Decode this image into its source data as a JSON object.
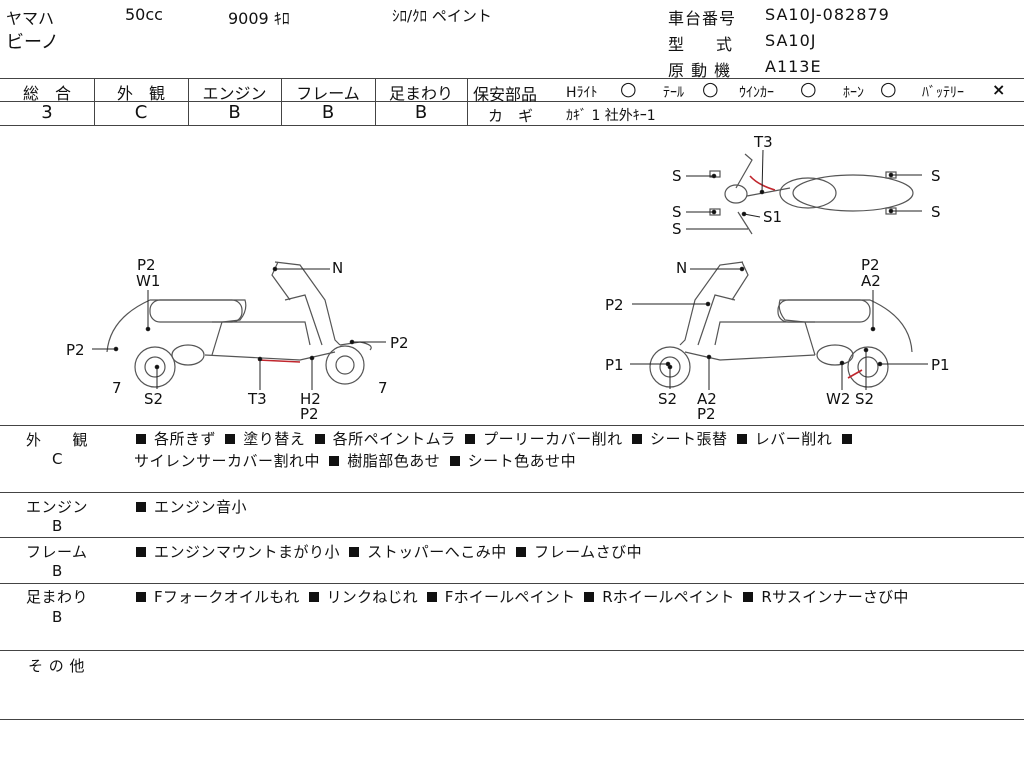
{
  "header": {
    "maker": "ヤマハ",
    "displacement": "50cc",
    "mileage": "9009 ｷﾛ",
    "color": "ｼﾛ/ｸﾛ ペイント",
    "model_name": "ビーノ",
    "chassis_label": "車台番号",
    "chassis_value": "SA10J-082879",
    "type_label": "型　　式",
    "type_value": "SA10J",
    "engine_label": "原 動 機",
    "engine_value": "A113E"
  },
  "grades": {
    "overall_label": "総　合",
    "overall_value": "3",
    "exterior_label": "外　観",
    "exterior_value": "C",
    "engine_label": "エンジン",
    "engine_value": "B",
    "frame_label": "フレーム",
    "frame_value": "B",
    "suspension_label": "足まわり",
    "suspension_value": "B"
  },
  "safety": {
    "label": "保安部品",
    "headlight": "Hﾗｲﾄ",
    "headlight_mark": "○",
    "tail": "ﾃｰﾙ",
    "tail_mark": "○",
    "winker": "ｳｲﾝｶｰ",
    "winker_mark": "○",
    "horn": "ﾎｰﾝ",
    "horn_mark": "○",
    "battery": "ﾊﾞｯﾃﾘｰ",
    "battery_mark": "×",
    "key_label": "カ　ギ",
    "key_value": "ｶｷﾞ 1 社外ｷｰ1"
  },
  "diagram_labels": {
    "top_t3": "T3",
    "top_s_tl": "S",
    "top_s_tr": "S",
    "top_s_ml": "S",
    "top_s_mr": "S",
    "top_s1": "S1",
    "top_s_bl": "S",
    "l_p2_top": "P2",
    "l_w1": "W1",
    "l_n": "N",
    "l_p2_left": "P2",
    "l_7_left": "7",
    "l_s2": "S2",
    "l_t3": "T3",
    "l_h2": "H2",
    "l_p2_bottom": "P2",
    "l_7_right": "7",
    "l_p2_right": "P2",
    "r_n": "N",
    "r_p2_top": "P2",
    "r_a2_top": "A2",
    "r_p2_left": "P2",
    "r_p1_left": "P1",
    "r_s2_left": "S2",
    "r_a2_bottom": "A2",
    "r_p2_bottom": "P2",
    "r_w2": "W2",
    "r_s2_right": "S2",
    "r_p1_right": "P1"
  },
  "notes": {
    "exterior_label": "外　　観",
    "exterior_grade": "C",
    "exterior_line1": [
      "各所きず",
      "塗り替え",
      "各所ペイントムラ",
      "プーリーカバー削れ",
      "シート張替",
      "レバー削れ"
    ],
    "exterior_line2": [
      "サイレンサーカバー割れ中",
      "樹脂部色あせ",
      "シート色あせ中"
    ],
    "engine_label": "エンジン",
    "engine_grade": "B",
    "engine_items": [
      "エンジン音小"
    ],
    "frame_label": "フレーム",
    "frame_grade": "B",
    "frame_items": [
      "エンジンマウントまがり小",
      "ストッパーへこみ中",
      "フレームさび中"
    ],
    "suspension_label": "足まわり",
    "suspension_grade": "B",
    "suspension_items": [
      "Fフォークオイルもれ",
      "リンクねじれ",
      "Fホイールペイント",
      "Rホイールペイント",
      "Rサスインナーさび中"
    ],
    "other_label": "そ の 他"
  },
  "colors": {
    "line": "#444444",
    "text": "#111111",
    "damage_mark": "#c0262d"
  }
}
